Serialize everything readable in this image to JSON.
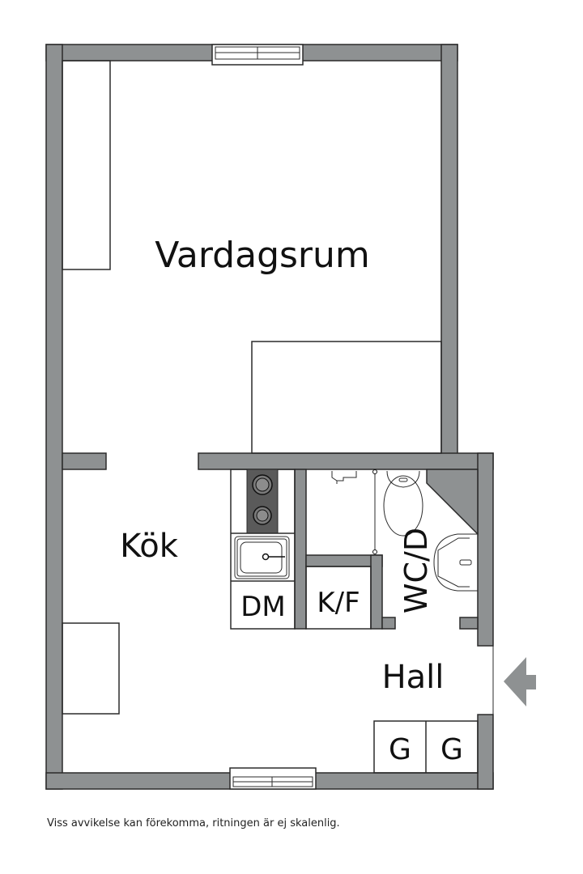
{
  "rooms": {
    "living_room": "Vardagsrum",
    "kitchen": "Kök",
    "hall": "Hall",
    "bathroom": "WC/D",
    "dishwasher": "DM",
    "fridge_freezer": "K/F",
    "wardrobe_1": "G",
    "wardrobe_2": "G"
  },
  "footnote": "Viss avvikelse kan förekomma, ritningen är ej skalenlig.",
  "colors": {
    "wall": "#8e9192",
    "stove": "#5a5a5a",
    "outline": "#2b2b2b",
    "background": "#ffffff"
  },
  "entrance_arrow": "arrow-left"
}
